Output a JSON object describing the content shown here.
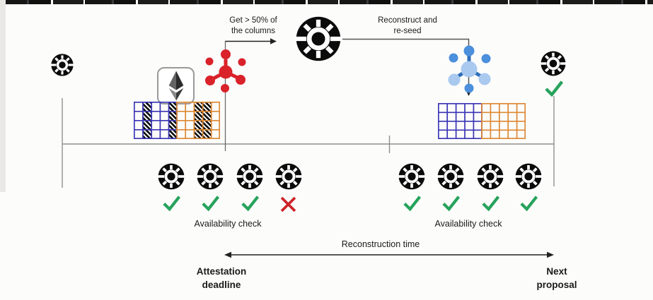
{
  "annotations": {
    "get_columns_line1": "Get > 50% of",
    "get_columns_line2": "the columns",
    "reconstruct_line1": "Reconstruct and",
    "reconstruct_line2": "re-seed",
    "reconstruction_time": "Reconstruction time",
    "attestation_line1": "Attestation",
    "attestation_line2": "deadline",
    "next_line1": "Next",
    "next_line2": "proposal"
  },
  "availability_checks": {
    "left": {
      "label": "Availability check",
      "results": [
        "pass",
        "pass",
        "pass",
        "fail"
      ]
    },
    "right": {
      "label": "Availability check",
      "results": [
        "pass",
        "pass",
        "pass",
        "pass"
      ]
    }
  },
  "blob_grids": {
    "attested_blob": {
      "halves": [
        "blue",
        "orange"
      ],
      "columns_per_half": 5,
      "rows": 4,
      "hatched_columns_blue": [
        2,
        5
      ],
      "hatched_columns_orange": [
        3,
        4
      ]
    },
    "reconstructed_blob": {
      "halves": [
        "blue",
        "orange"
      ],
      "columns_per_half": 5,
      "rows": 4,
      "hatched_columns_blue": [],
      "hatched_columns_orange": []
    }
  },
  "icons": {
    "node": "black gear node",
    "ethereum": "ethereum-logo",
    "red_network": "red gossip network",
    "blue_network": "blue gossip network",
    "check": "green checkmark",
    "cross": "red x"
  },
  "colors": {
    "red": "#d9222a",
    "blue_light": "#a9c9ef",
    "blue_medium": "#4b8fdd",
    "blue_dark": "#2f6fba",
    "grid_blue": "#3a35b5",
    "grid_orange": "#dd8833",
    "green_check": "#27a35c",
    "red_x": "#cc2328",
    "line_gray": "#8f8f8f",
    "icon_black": "#0b0b0b"
  }
}
